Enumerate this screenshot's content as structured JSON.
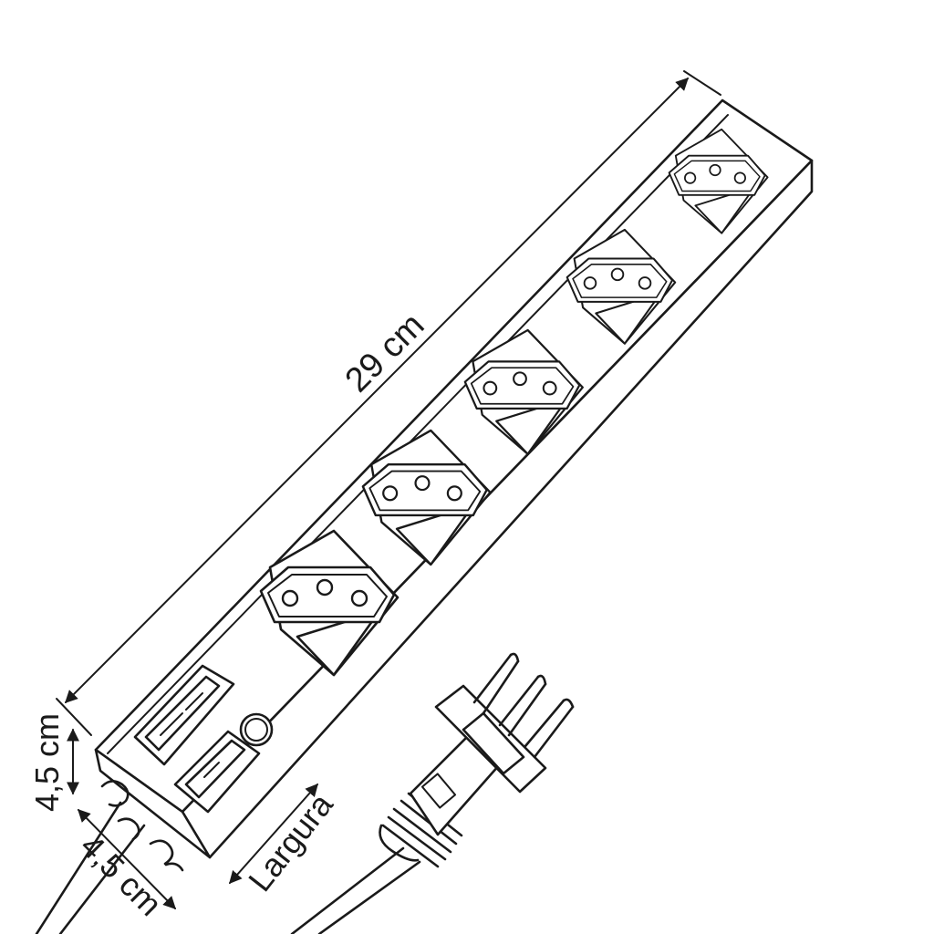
{
  "labels": {
    "length": "29 cm",
    "height": "4,5 cm",
    "depth": "4,5 cm",
    "width": "Largura"
  },
  "product": {
    "outlet_count": 5,
    "switch_count": 2,
    "indicator_count": 1,
    "plug_pin_count": 3
  },
  "colors": {
    "line": "#1a1a1a",
    "background": "#ffffff"
  }
}
